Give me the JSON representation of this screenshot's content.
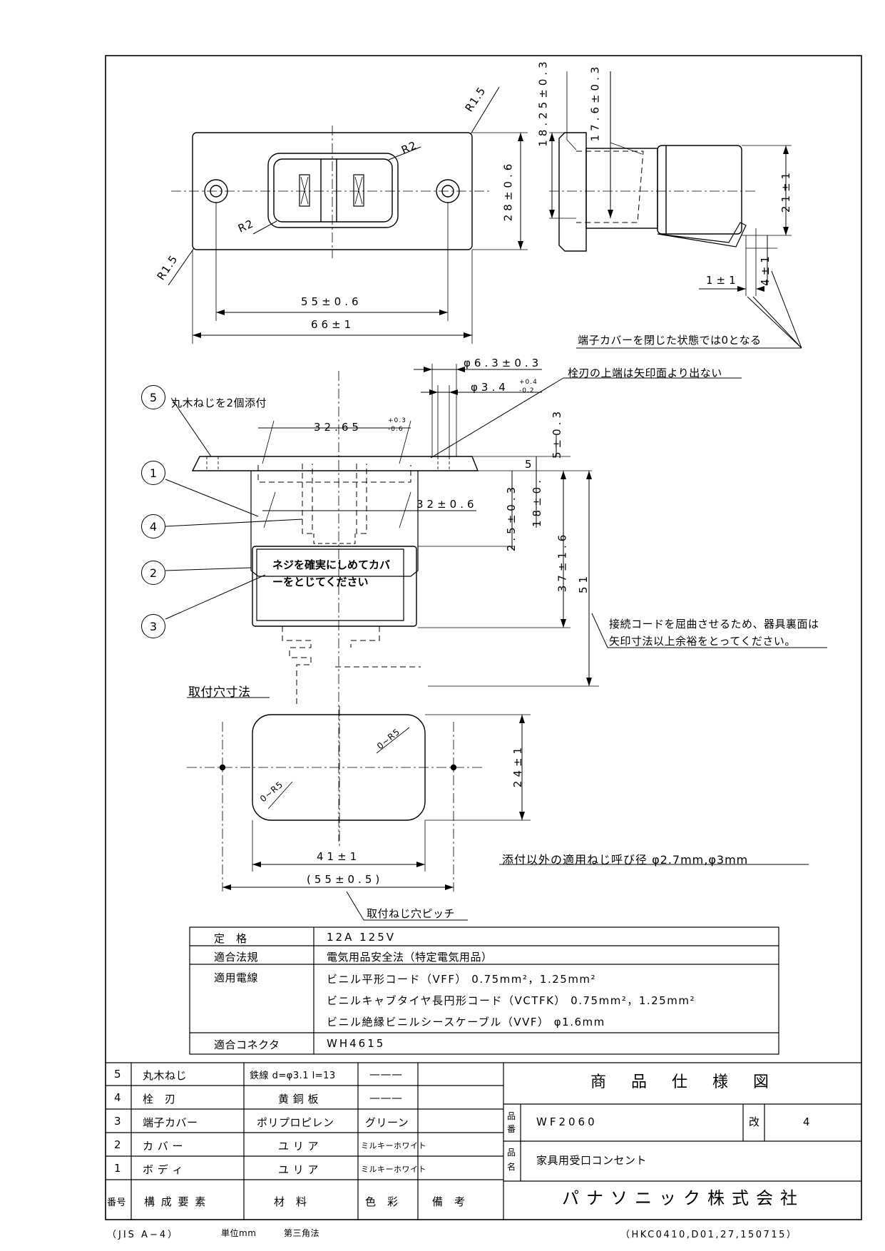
{
  "front_view": {
    "r15_top": "R1.5",
    "r15_bottom": "R1.5",
    "r2_top": "R2",
    "r2_bottom": "R2",
    "height_dim": "28±0.6",
    "pitch_dim": "55±0.6",
    "width_dim": "66±1"
  },
  "side_view": {
    "dim_a": "18.25±0.3",
    "dim_b": "17.6±0.3",
    "dim_c": "21±1",
    "dim_d": "4±1",
    "dim_e": "1±1",
    "note": "端子カバーを閉じた状態では0となる"
  },
  "section_view": {
    "dia_outer": "φ6.3±0.3",
    "dia_inner": "φ3.4",
    "dia_inner_tol_plus": "+0.4",
    "dia_inner_tol_minus": "-0.2",
    "blade_note": "栓刃の上端は矢印面より出ない",
    "screw_note": "丸木ねじを2個添付",
    "width_top": "32.65",
    "width_top_tol_plus": "+0.3",
    "width_top_tol_minus": "-0.6",
    "width_mid": "32±0.6",
    "dim_5_03": "5±0.3",
    "dim_5": "5",
    "dim_18": "18±0.",
    "dim_25": "2.5±0.3",
    "dim_37": "37±1.6",
    "dim_51": "51",
    "cover_label": "ネジを確実にしめてカバーをとじてください",
    "cord_note_1": "接続コードを屈曲させるため、器具裏面は",
    "cord_note_2": "矢印寸法以上余裕をとってください。",
    "bubbles": [
      "5",
      "1",
      "4",
      "2",
      "3"
    ]
  },
  "mounting": {
    "title": "取付穴寸法",
    "r_top": "0~R5",
    "r_bottom": "0~R5",
    "height": "24±1",
    "width": "41±1",
    "pitch": "(55±0.5)",
    "pitch_label": "取付ねじ穴ピッチ",
    "screw_note": "添付以外の適用ねじ呼び径 φ2.7mm,φ3mm"
  },
  "spec_table": {
    "rating_label": "定　格",
    "rating_value": "12A 125V",
    "law_label": "適合法規",
    "law_value": "電気用品安全法（特定電気用品）",
    "wire_label": "適用電線",
    "wire_1": "ビニル平形コード（VFF） 0.75mm²，1.25mm²",
    "wire_2": "ビニルキャブタイヤ長円形コード（VCTFK） 0.75mm²，1.25mm²",
    "wire_3": "ビニル絶縁ビニルシースケーブル（VVF） φ1.6mm",
    "connector_label": "適合コネクタ",
    "connector_value": "WH4615"
  },
  "parts_table": {
    "header": {
      "no": "番号",
      "element": "構 成 要 素",
      "material": "材　料",
      "color": "色　彩",
      "remark": "備　考"
    },
    "rows": [
      {
        "no": "5",
        "element": "丸木ねじ",
        "material": "鉄線 d=φ3.1 l=13",
        "color": "———",
        "remark": ""
      },
      {
        "no": "4",
        "element": "栓　刃",
        "material": "黄 銅 板",
        "color": "———",
        "remark": ""
      },
      {
        "no": "3",
        "element": "端子カバー",
        "material": "ポリプロピレン",
        "color": "グリーン",
        "remark": ""
      },
      {
        "no": "2",
        "element": "カ バ ー",
        "material": "ユ リ ア",
        "color": "ミルキーホワイト",
        "remark": ""
      },
      {
        "no": "1",
        "element": "ボ デ ィ",
        "material": "ユ リ ア",
        "color": "ミルキーホワイト",
        "remark": ""
      }
    ]
  },
  "title_block": {
    "title": "商 品 仕 様 図",
    "part_no_label": "品番",
    "part_no": "WF2060",
    "rev_label": "改",
    "rev": "4",
    "name_label": "品名",
    "name": "家具用受口コンセント",
    "company": "パナソニック株式会社"
  },
  "footer": {
    "standard": "（JIS A−4）",
    "unit": "単位mm",
    "projection": "第三角法",
    "doc_code": "（HKC0410,D01,27,150715）"
  }
}
